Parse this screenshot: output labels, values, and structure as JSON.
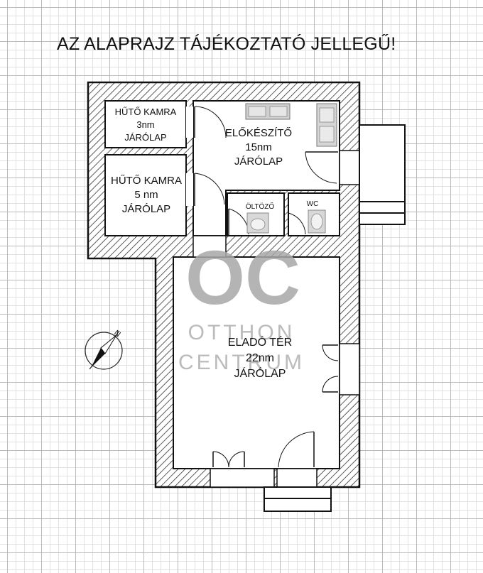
{
  "notice": "AZ ALAPRAJZ TÁJÉKOZTATÓ JELLEGŰ!",
  "colors": {
    "wall_line": "#111111",
    "hatch": "#333333",
    "watermark": "#a8a8a8",
    "fixture": "#c8c8c8"
  },
  "rooms": {
    "huto_kamra_1": {
      "name": "HŰTŐ KAMRA",
      "area": "3nm",
      "floor": "JÁRÓLAP"
    },
    "huto_kamra_2": {
      "name": "HŰTŐ KAMRA",
      "area": "5 nm",
      "floor": "JÁRÓLAP"
    },
    "elokeszito": {
      "name": "ELŐKÉSZÍTŐ",
      "area": "15nm",
      "floor": "JÁRÓLAP"
    },
    "oltozo": {
      "name": "ÖLTÖZŐ"
    },
    "wc": {
      "name": "WC"
    },
    "elado_ter": {
      "name": "ELADÓ TÉR",
      "area": "22nm",
      "floor": "JÁRÓLAP"
    }
  },
  "watermark": {
    "logo": "OC",
    "line1": "OTTHON",
    "line2": "CENTRUM"
  },
  "icons": {
    "compass": "north-arrow-icon"
  }
}
